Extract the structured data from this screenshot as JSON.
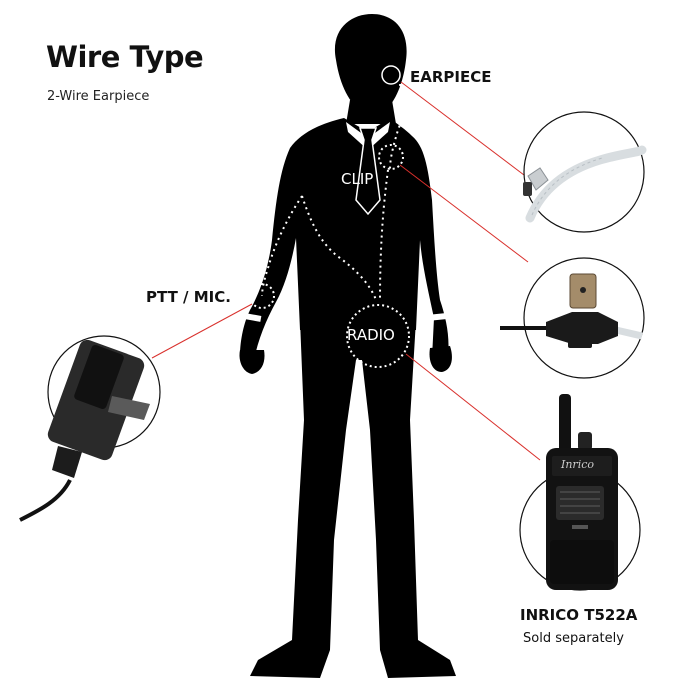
{
  "header": {
    "title": "Wire Type",
    "subtitle": "2-Wire Earpiece"
  },
  "callouts": {
    "earpiece": "EARPIECE",
    "clip": "CLIP",
    "ptt_mic": "PTT / MIC.",
    "radio": "RADIO"
  },
  "product": {
    "name": "INRICO T522A",
    "note": "Sold separately",
    "brand_logo": "Inrico"
  },
  "colors": {
    "leader_line": "#d9302c",
    "silhouette": "#000000",
    "dotted_wire": "#ffffff",
    "circle_outline": "#111111"
  }
}
